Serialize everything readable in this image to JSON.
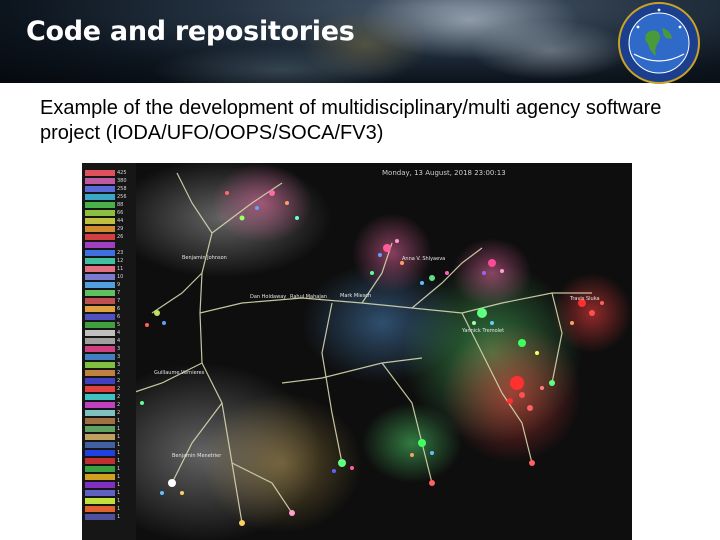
{
  "slide": {
    "title": "Code and repositories",
    "subtitle": "Example of the development of multidisciplinary/multi agency software project (IODA/UFO/OOPS/SOCA/FV3)"
  },
  "figure": {
    "date": "Monday, 13 August, 2018 23:00:13",
    "names": [
      "Benjamin Johnson",
      "Dan Holdaway",
      "Rahul Mahajan",
      "Mark Miesch",
      "Anna V. Shlyaeva",
      "Guillaume Vernieres",
      "Yannick Tremolet",
      "Benjamin Menetrier",
      "Travis Sluka"
    ],
    "legend_colors": [
      "#e0505a",
      "#c05aa0",
      "#5a6ad8",
      "#3aa6c8",
      "#4ab04a",
      "#8ac040",
      "#c0c040",
      "#d08a30",
      "#d04040",
      "#a040c0",
      "#4070e0",
      "#40c0a0",
      "#e07080",
      "#7a7ad0",
      "#50a0e0",
      "#60c060",
      "#c05050",
      "#e0a040",
      "#5050c0",
      "#40a040",
      "#c0c0c0",
      "#a0a0a0",
      "#d04080",
      "#4080c0",
      "#80c040",
      "#c08040",
      "#4040c0",
      "#e04040",
      "#40c0c0",
      "#c040c0",
      "#80c0c0",
      "#a07040",
      "#60a060",
      "#c0a060",
      "#4060a0",
      "#2040e0",
      "#c03030",
      "#3aa040",
      "#d0a020",
      "#8030c0",
      "#6060c0",
      "#c0e040",
      "#e06030",
      "#5050a0"
    ],
    "legend_values": [
      "425",
      "380",
      "258",
      "256",
      "88",
      "66",
      "44",
      "29",
      "26",
      "",
      "23",
      "12",
      "11",
      "10",
      "9",
      "7",
      "7",
      "6",
      "6",
      "5",
      "4",
      "4",
      "3",
      "3",
      "3",
      "2",
      "2",
      "2",
      "2",
      "2",
      "2",
      "1",
      "1",
      "1",
      "1",
      "1",
      "1",
      "1",
      "1",
      "1",
      "1",
      "1",
      "1",
      "1"
    ]
  }
}
